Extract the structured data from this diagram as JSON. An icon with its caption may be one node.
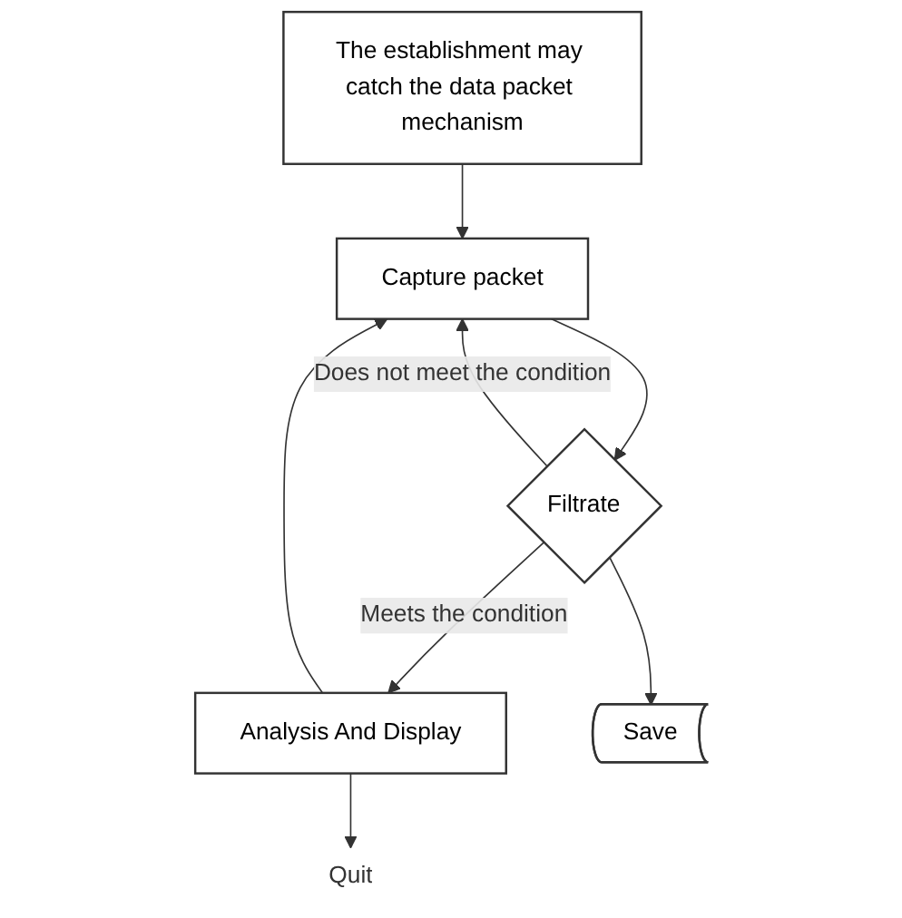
{
  "diagram": {
    "nodes": [
      {
        "text": [
          "The establishment may catch the data packet mechanism"
        ]
      },
      {
        "text": [
          "Capture packet"
        ]
      },
      {
        "text": [
          "Filtrate"
        ]
      },
      {
        "text": [
          "Analysis  And Display"
        ]
      },
      {
        "text": [
          "Save"
        ]
      },
      {
        "text": [
          "Quit"
        ]
      }
    ],
    "edges": [
      {
        "from": 0,
        "to": 1,
        "arrow": "to"
      },
      {
        "from": 1,
        "to": 2,
        "arrow": "to"
      },
      {
        "from": 2,
        "to": 1,
        "arrow": "to",
        "label": "Does not meet the condition"
      },
      {
        "from": 2,
        "to": 3,
        "arrow": "to",
        "label": "Meets the condition"
      },
      {
        "from": 2,
        "to": 4,
        "arrow": "to"
      },
      {
        "from": 3,
        "to": 5,
        "arrow": "to"
      },
      {
        "from": 3,
        "to": 1,
        "arrow": "to"
      }
    ]
  }
}
